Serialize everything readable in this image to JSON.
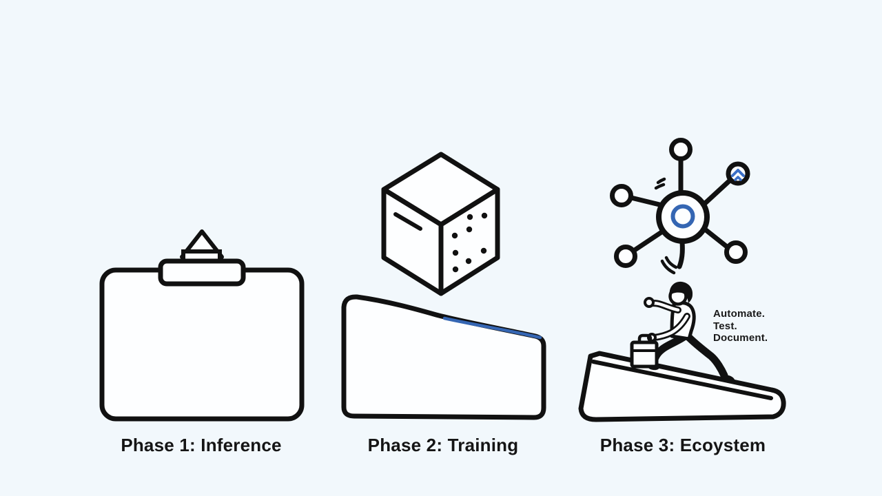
{
  "canvas": {
    "background_color": "#f2f8fc",
    "stroke_color": "#121212",
    "accent_color": "#3566b3"
  },
  "phases": [
    {
      "label": "Phase 1: Inference",
      "icon": "clipboard-easel-icon"
    },
    {
      "label": "Phase 2: Training",
      "icon": "dice-cube-icon",
      "shape": "sloped-slab-with-blue-accent-line"
    },
    {
      "label": "Phase 3: Ecoystem",
      "icon": "network-hub-icon",
      "illustration": "person-climbing-ramp-with-toolbox",
      "annotation": [
        "Automate.",
        "Test.",
        "Document."
      ]
    }
  ]
}
